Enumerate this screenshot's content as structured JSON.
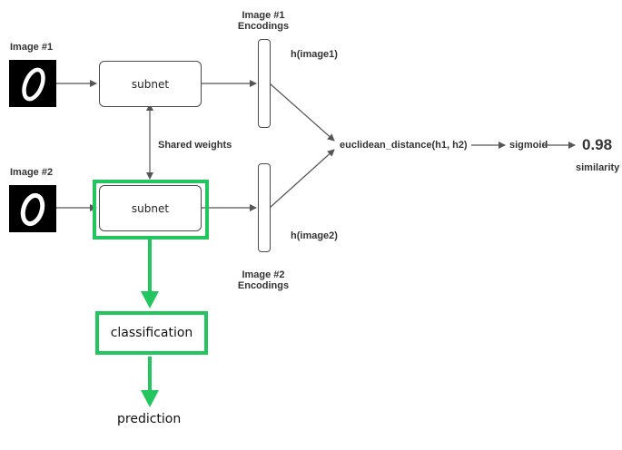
{
  "images": {
    "image1_label": "Image #1",
    "image2_label": "Image #2",
    "digit_glyph": "0"
  },
  "network": {
    "subnet_top_label": "subnet",
    "subnet_bottom_label": "subnet",
    "shared_weights_label": "Shared weights",
    "enc1_title_line1": "Image #1",
    "enc1_title_line2": "Encodings",
    "enc2_title_line1": "Image #2",
    "enc2_title_line2": "Encodings",
    "h1_label": "h(image1)",
    "h2_label": "h(image2)",
    "distance_label": "euclidean_distance(h1, h2)",
    "sigmoid_label": "sigmoid",
    "score_value": "0.98",
    "score_caption": "similarity"
  },
  "head": {
    "classification_label": "classification",
    "prediction_label": "prediction"
  },
  "colors": {
    "line": "#555555",
    "highlight": "#22c55e",
    "digit_bg": "#000000",
    "digit_fg": "#ffffff"
  }
}
